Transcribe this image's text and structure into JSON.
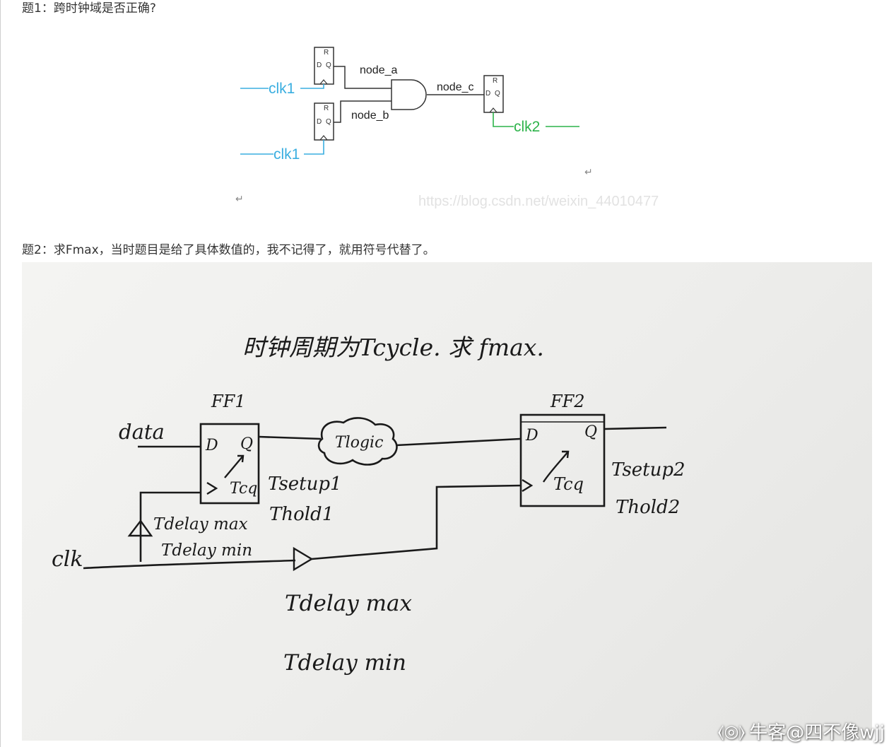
{
  "questions": {
    "q1": "题1：跨时钟域是否正确?",
    "q2": "题2：求Fmax，当时题目是给了具体数值的，我不记得了，就用符号代替了。"
  },
  "circuit": {
    "ff_reset_label": "R",
    "ff_d_label": "D",
    "ff_q_label": "Q",
    "node_a": "node_a",
    "node_b": "node_b",
    "node_c": "node_c",
    "clk1_top": "clk1",
    "clk1_bottom": "clk1",
    "clk2": "clk2",
    "return_mark": "↵",
    "watermark": "https://blog.csdn.net/weixin_44010477",
    "colors": {
      "clk1": "#3aaee0",
      "clk2": "#2db34a"
    }
  },
  "handwritten": {
    "title": "时钟周期为Tcycle. 求 fmax.",
    "ff1": "FF1",
    "ff2": "FF2",
    "data": "data",
    "clk": "clk",
    "ff_d": "D",
    "ff_q": "Q",
    "tcq1": "Tcq",
    "tcq2": "Tcq",
    "tlogic": "Tlogic",
    "tsetup1": "Tsetup1",
    "thold1": "Thold1",
    "tsetup2": "Tsetup2",
    "thold2": "Thold2",
    "tdelay_max_small": "Tdelay max",
    "tdelay_min_small": "Tdelay min",
    "tdelay_max_large": "Tdelay max",
    "tdelay_min_large": "Tdelay min"
  },
  "footer": {
    "logo_icon": "nowcoder-logo-icon",
    "logo_text": "牛客@四不像wjj"
  }
}
